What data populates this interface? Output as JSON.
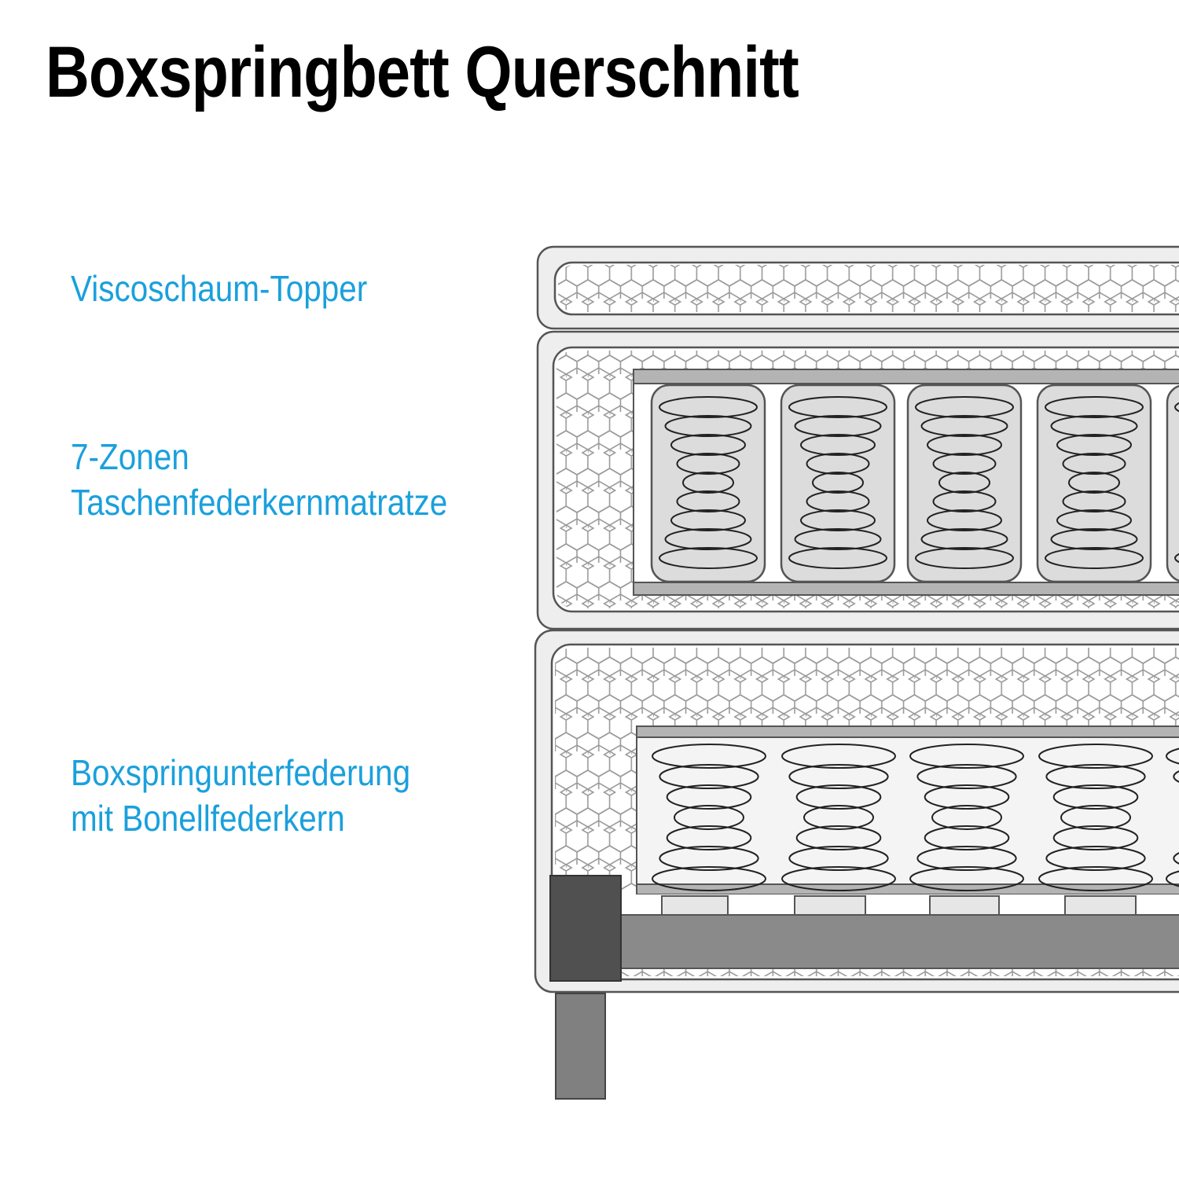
{
  "title": "Boxspringbett Querschnitt",
  "layers": [
    {
      "id": "topper",
      "lines": [
        "Viscoschaum-Topper"
      ]
    },
    {
      "id": "mattress",
      "lines": [
        "7-Zonen",
        "Taschenfederkernmatratze"
      ]
    },
    {
      "id": "base",
      "lines": [
        "Boxspringunterfederung",
        "mit Bonellfederkern"
      ]
    }
  ],
  "colors": {
    "label": "#1aa0dc",
    "title": "#000000",
    "outline": "#444444",
    "frame_fill": "#eeeeee",
    "foam_fill": "#ffffff",
    "hex_stroke": "#9a9a9a",
    "plate": "#b4b4b4",
    "pocket_fill": "#dcdcdc",
    "spring_area": "#f2f2f2",
    "dark_block": "#505050",
    "rail": "#8a8a8a",
    "leg": "#808080"
  }
}
